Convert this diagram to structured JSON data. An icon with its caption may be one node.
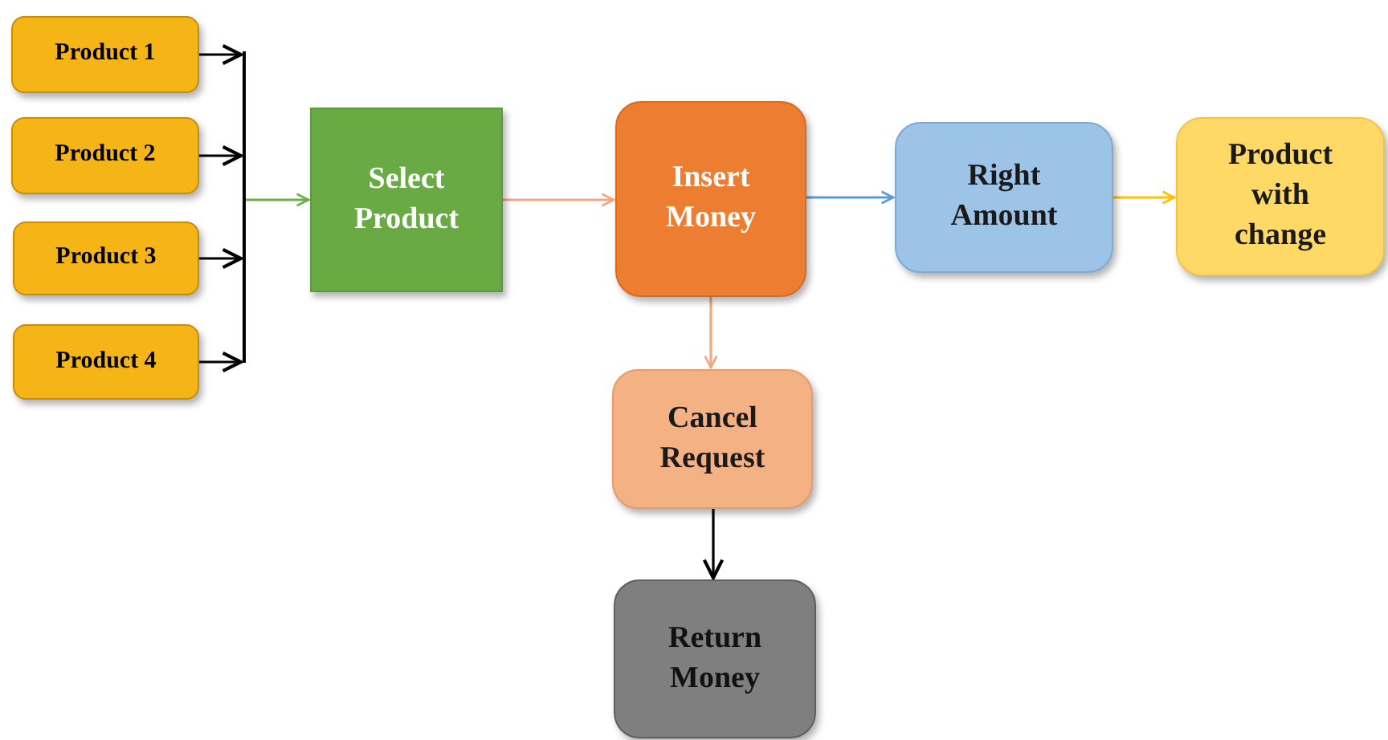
{
  "diagram": {
    "nodes": [
      {
        "text": [
          "Product 1"
        ]
      },
      {
        "text": [
          "Product 2"
        ]
      },
      {
        "text": [
          "Product 3"
        ]
      },
      {
        "text": [
          "Product 4"
        ]
      },
      {
        "text": [],
        "shape": "bar"
      },
      {
        "text": [
          "Select Product"
        ]
      },
      {
        "text": [
          "Insert Money"
        ]
      },
      {
        "text": [
          "Right Amount"
        ]
      },
      {
        "text": [
          "Product with change"
        ]
      },
      {
        "text": [
          "Cancel Request"
        ]
      },
      {
        "text": [
          "Return Money"
        ]
      }
    ],
    "edges": [
      {
        "from": 0,
        "to": 4,
        "arrow": "to"
      },
      {
        "from": 1,
        "to": 4,
        "arrow": "to"
      },
      {
        "from": 2,
        "to": 4,
        "arrow": "to"
      },
      {
        "from": 3,
        "to": 4,
        "arrow": "to"
      },
      {
        "from": 4,
        "to": 5,
        "arrow": "to",
        "color": "#70ad47"
      },
      {
        "from": 5,
        "to": 6,
        "arrow": "to",
        "color": "#f4a582"
      },
      {
        "from": 6,
        "to": 7,
        "arrow": "to",
        "color": "#5b9bd5"
      },
      {
        "from": 7,
        "to": 8,
        "arrow": "to",
        "color": "#ffc000"
      },
      {
        "from": 6,
        "to": 9,
        "arrow": "to",
        "color": "#f4a582"
      },
      {
        "from": 9,
        "to": 10,
        "arrow": "to"
      }
    ]
  }
}
